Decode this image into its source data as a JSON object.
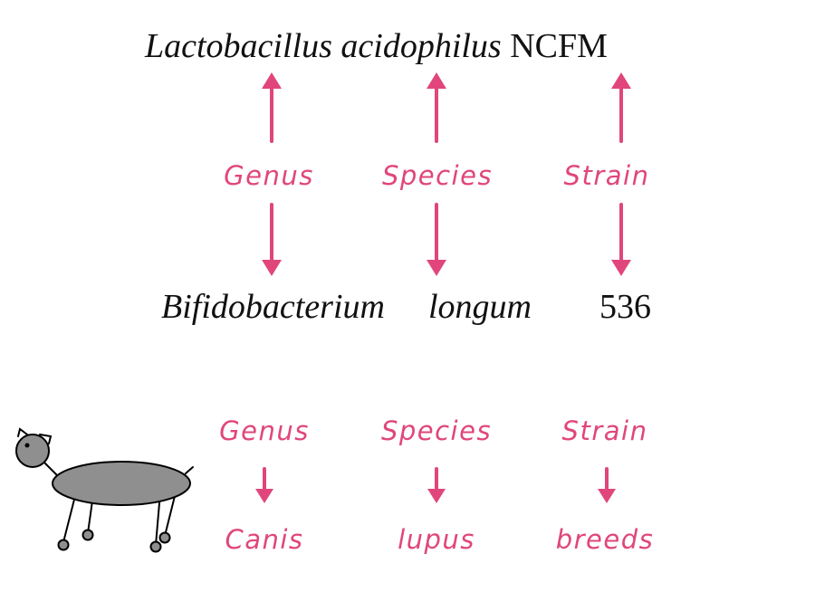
{
  "top_example": {
    "genus": "Lactobacillus",
    "species": "acidophilus",
    "strain": "NCFM"
  },
  "bottom_example": {
    "genus": "Bifidobacterium",
    "species": "longum",
    "strain": "536"
  },
  "labels_upper": {
    "genus": "Genus",
    "species": "Species",
    "strain": "Strain"
  },
  "labels_lower": {
    "genus": "Genus",
    "species": "Species",
    "strain": "Strain"
  },
  "dog_example": {
    "genus": "Canis",
    "species": "lupus",
    "strain": "breeds"
  },
  "colors": {
    "accent": "#e0467c",
    "text": "#111111",
    "dog_body": "#8f8f8f"
  }
}
